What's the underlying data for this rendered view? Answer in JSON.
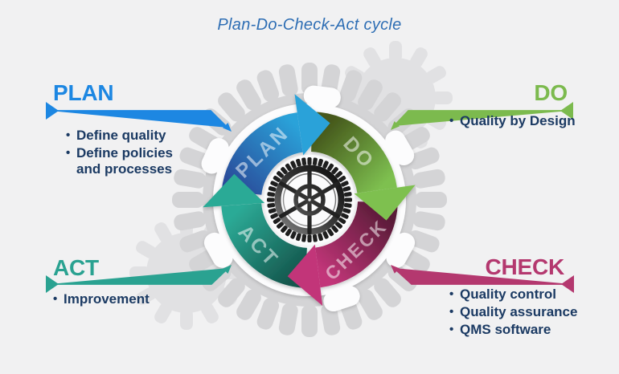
{
  "title": "Plan-Do-Check-Act cycle",
  "title_color": "#2e6eb4",
  "text_color": "#1b3a63",
  "diagram": {
    "background_icon": "gear-icon",
    "center_icon": "cog-gear-icon",
    "gear_color": "#d4d4d6"
  },
  "cycle": {
    "steps": [
      {
        "id": "plan",
        "label": "PLAN",
        "accent": "#1d87e2",
        "arrow_dark": "#2b4c9a",
        "arrow_bright": "#2aa2d9",
        "bullets": [
          "Define quality",
          "Define policies and processes"
        ]
      },
      {
        "id": "do",
        "label": "DO",
        "accent": "#7cba4e",
        "arrow_dark": "#46591c",
        "arrow_bright": "#7ec050",
        "bullets": [
          "Quality by Design"
        ]
      },
      {
        "id": "check",
        "label": "CHECK",
        "accent": "#b4386f",
        "arrow_dark": "#5a1c38",
        "arrow_bright": "#c23579",
        "bullets": [
          "Quality control",
          "Quality assurance",
          "QMS software"
        ]
      },
      {
        "id": "act",
        "label": "ACT",
        "accent": "#2aa291",
        "arrow_dark": "#15574d",
        "arrow_bright": "#2caa96",
        "bullets": [
          "Improvement"
        ]
      }
    ]
  }
}
